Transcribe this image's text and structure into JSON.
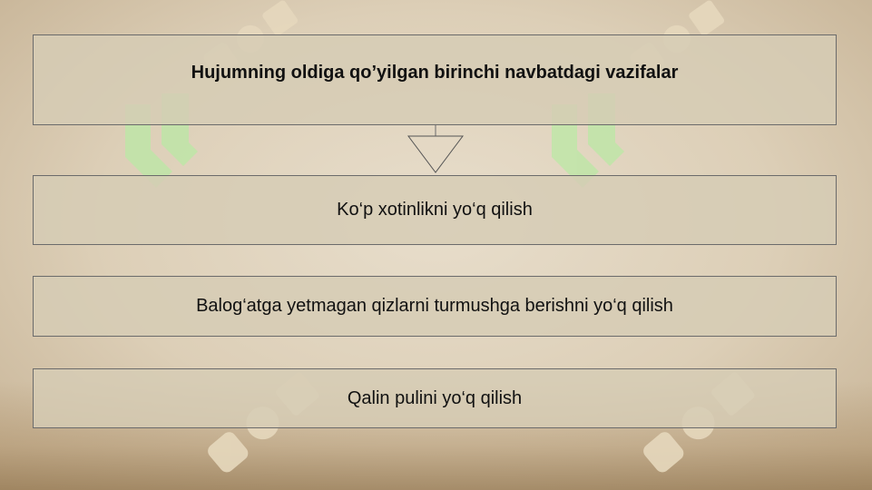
{
  "diagram": {
    "title": "Hujumning oldiga qo’yilgan birinchi  navbatdagi vazifalar",
    "tasks": [
      "Ko‘p xotinlikni  yo‘q qilish",
      "Balog‘atga yetmagan qizlarni turmushga berishni yo‘q qilish",
      "Qalin pulini yo‘q qilish"
    ]
  },
  "colors": {
    "box_border": "#6b6b6b",
    "box_fill": "#d6ccb4",
    "watermark_green": "#bfe6a8",
    "watermark_beige": "#e6d8bd"
  },
  "icons": [
    "logo-watermark-icon",
    "down-arrow-icon"
  ]
}
